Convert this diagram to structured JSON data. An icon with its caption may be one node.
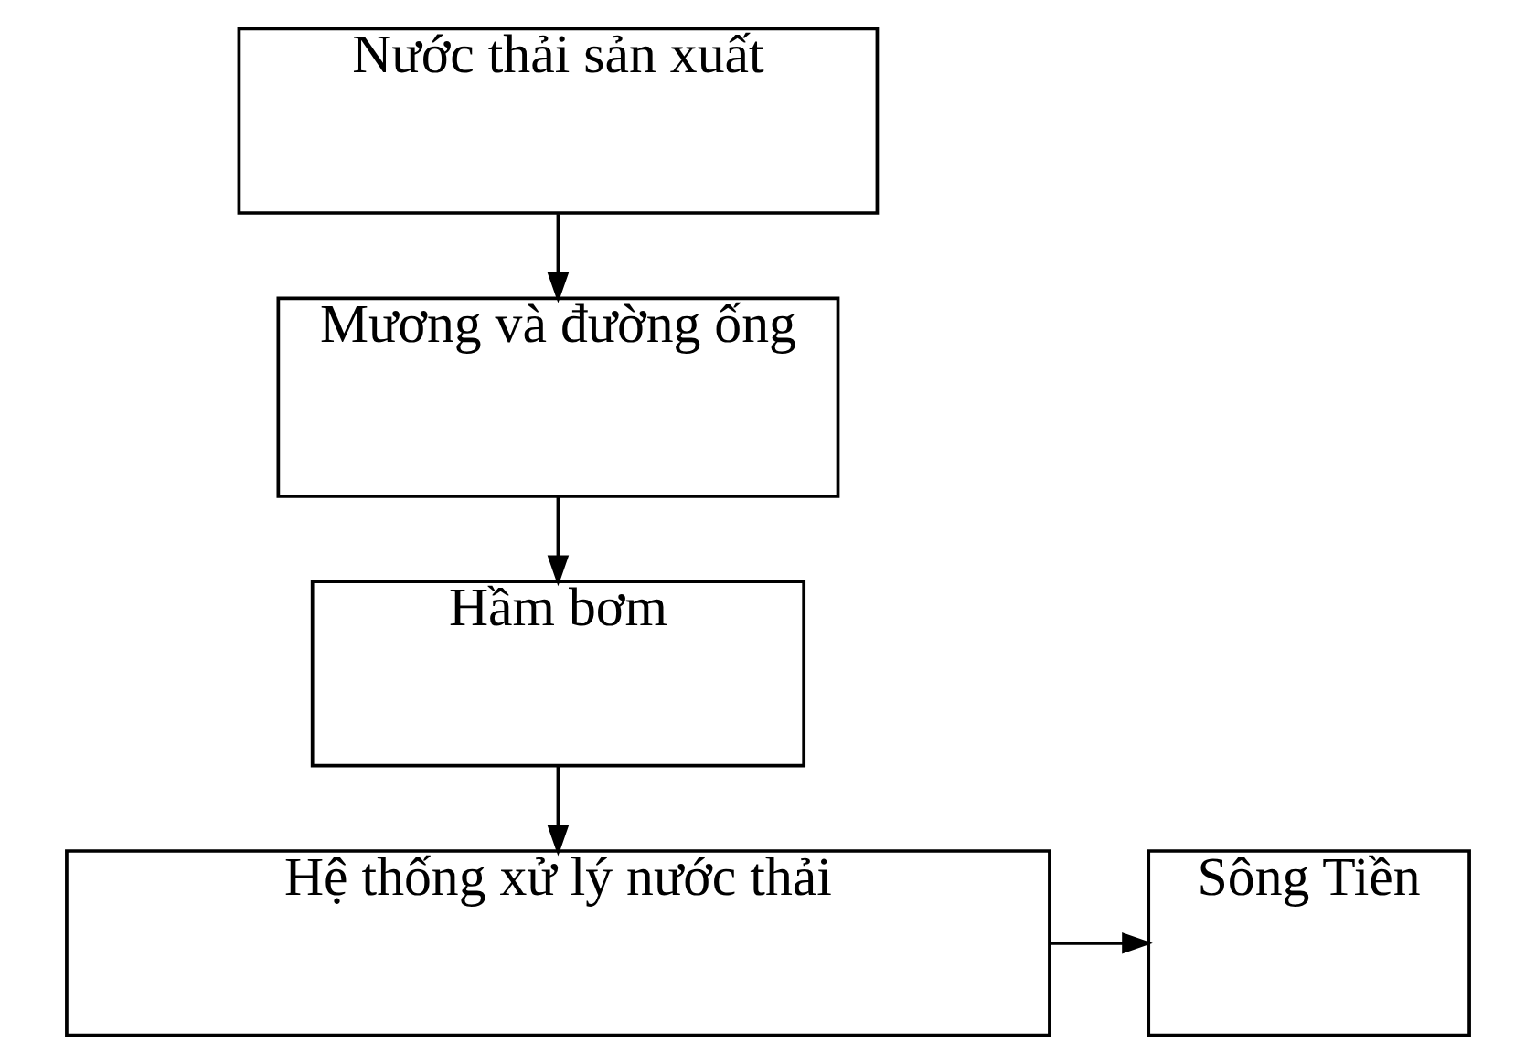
{
  "diagram": {
    "nodes": [
      {
        "text": [
          "Nước thải sản xuất"
        ]
      },
      {
        "text": [
          "Mương và đường ống"
        ]
      },
      {
        "text": [
          "Hầm bơm"
        ]
      },
      {
        "text": [
          "Hệ thống xử lý nước thải"
        ]
      },
      {
        "text": [
          "Sông Tiền"
        ]
      }
    ],
    "edges": [
      {
        "from": 0,
        "to": 1,
        "arrow": "to"
      },
      {
        "from": 1,
        "to": 2,
        "arrow": "to"
      },
      {
        "from": 2,
        "to": 3,
        "arrow": "to"
      },
      {
        "from": 3,
        "to": 4,
        "arrow": "to"
      }
    ]
  }
}
